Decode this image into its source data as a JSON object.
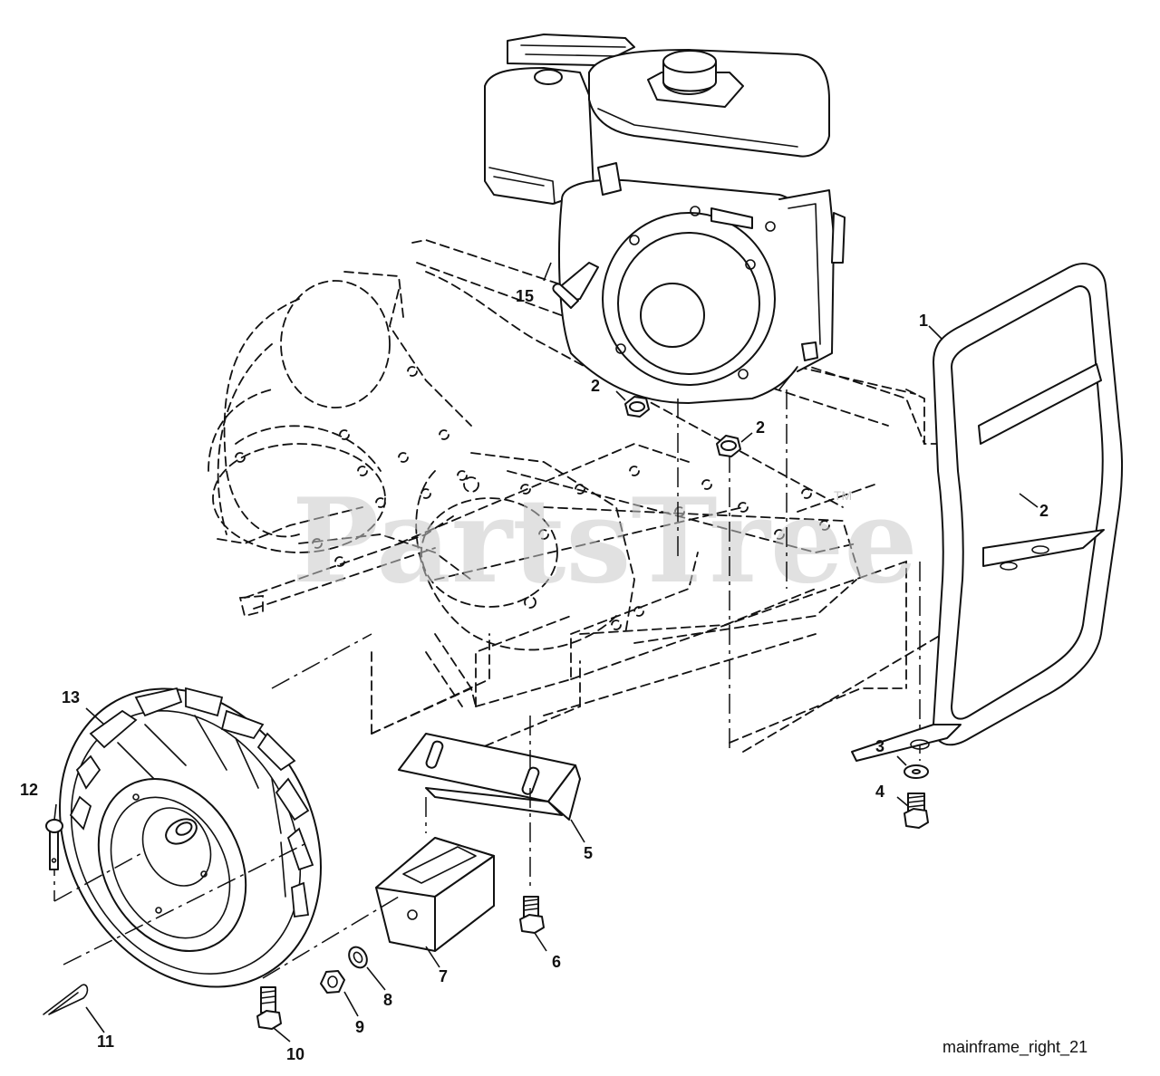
{
  "diagram": {
    "watermark": "PartsTree",
    "watermark_mark": "TM",
    "reference": "mainframe_right_21",
    "callouts": [
      {
        "id": "1",
        "part": "bumper-frame"
      },
      {
        "id": "2",
        "part": "engine-mount-nut"
      },
      {
        "id": "2",
        "part": "frame-nut"
      },
      {
        "id": "2",
        "part": "bumper-nut"
      },
      {
        "id": "3",
        "part": "washer"
      },
      {
        "id": "4",
        "part": "bumper-bolt"
      },
      {
        "id": "5",
        "part": "weight-bracket"
      },
      {
        "id": "6",
        "part": "bracket-bolt"
      },
      {
        "id": "7",
        "part": "wheel-weight"
      },
      {
        "id": "8",
        "part": "lock-washer"
      },
      {
        "id": "9",
        "part": "hex-nut"
      },
      {
        "id": "10",
        "part": "weight-bolt"
      },
      {
        "id": "11",
        "part": "hairpin-clip"
      },
      {
        "id": "12",
        "part": "clevis-pin"
      },
      {
        "id": "13",
        "part": "wheel-tire"
      },
      {
        "id": "15",
        "part": "engine"
      }
    ]
  }
}
